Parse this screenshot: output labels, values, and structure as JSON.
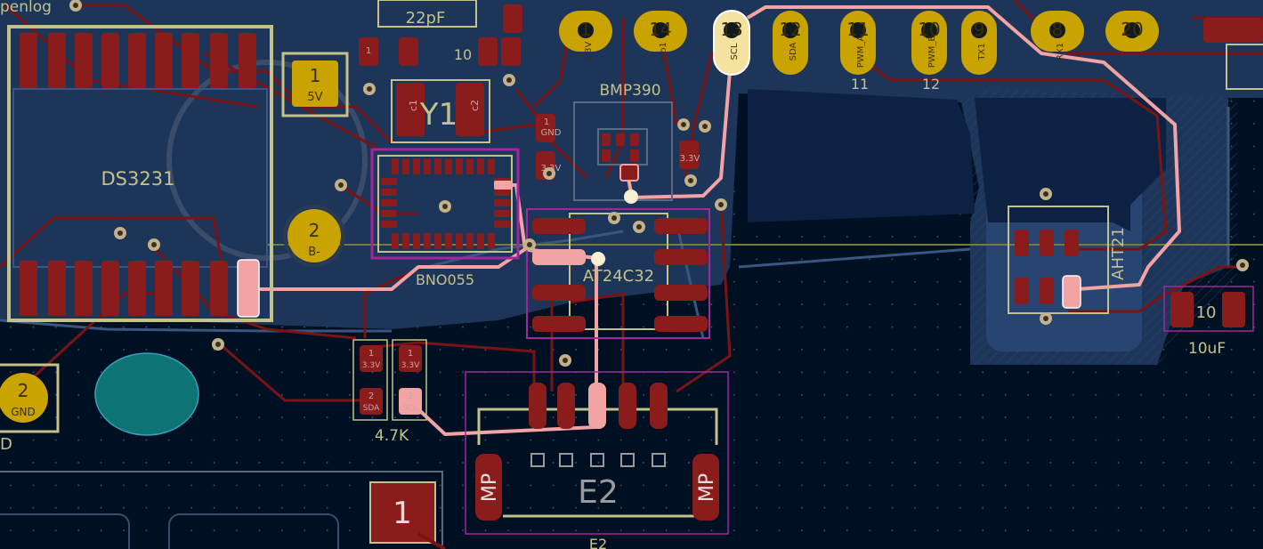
{
  "colors": {
    "background": "#001023",
    "copper_fill": "#1d3559",
    "copper_fill_back": "#0d2242",
    "trace_front": "#7a1414",
    "trace_back": "#3a5580",
    "trace_selected": "#f2a3a3",
    "pad_smd": "#8a1c1c",
    "pad_th": "#c9a300",
    "silkscreen": "#c2c28a",
    "courtyard": "#a0279e",
    "edge_cyan": "#0e7373"
  },
  "labels": {
    "top_left_text": "penlog",
    "cap_value_22pf": "22pF",
    "crystal_ref": "Y1",
    "pad_c1": "c1",
    "pad_c2": "c2",
    "pad_gnd": "GND",
    "u_ds3231": "DS3231",
    "u_bno055": "BNO055",
    "u_bmp390": "BMP390",
    "u_at24c32": "AT24C32",
    "u_aht21": "AHT21",
    "res_value": "4.7K",
    "cap_value_10uf": "10uF",
    "conn_e2": "E2",
    "conn_e2_below": "E2",
    "conn_mp": "MP",
    "pad_5v_num": "1",
    "pad_5v_name": "5V",
    "pad_b_num": "2",
    "pad_b_name": "B-",
    "pad_gnd_left_num": "2",
    "pad_gnd_left_name": "GND",
    "big_pad_num": "1",
    "edge_left_letter": "D",
    "c10_text": "10"
  },
  "header_pins": [
    {
      "num": "1",
      "name": "3.3V"
    },
    {
      "num": "14",
      "name": "dio1"
    },
    {
      "num": "13",
      "name": "SCL"
    },
    {
      "num": "12",
      "name": "SDA"
    },
    {
      "num": "11",
      "name": "PWM_A"
    },
    {
      "num": "10",
      "name": "PWM_B"
    },
    {
      "num": "9",
      "name": "TX1"
    },
    {
      "num": "8",
      "name": "RX1"
    },
    {
      "num": "20",
      "name": ""
    }
  ],
  "header_lower": {
    "l1": "11",
    "l2": "12"
  },
  "small_pads": {
    "one": "1",
    "two": "2",
    "v33": "3.3V",
    "sda": "SDA",
    "scl": "SCL",
    "gnd": "GND"
  }
}
